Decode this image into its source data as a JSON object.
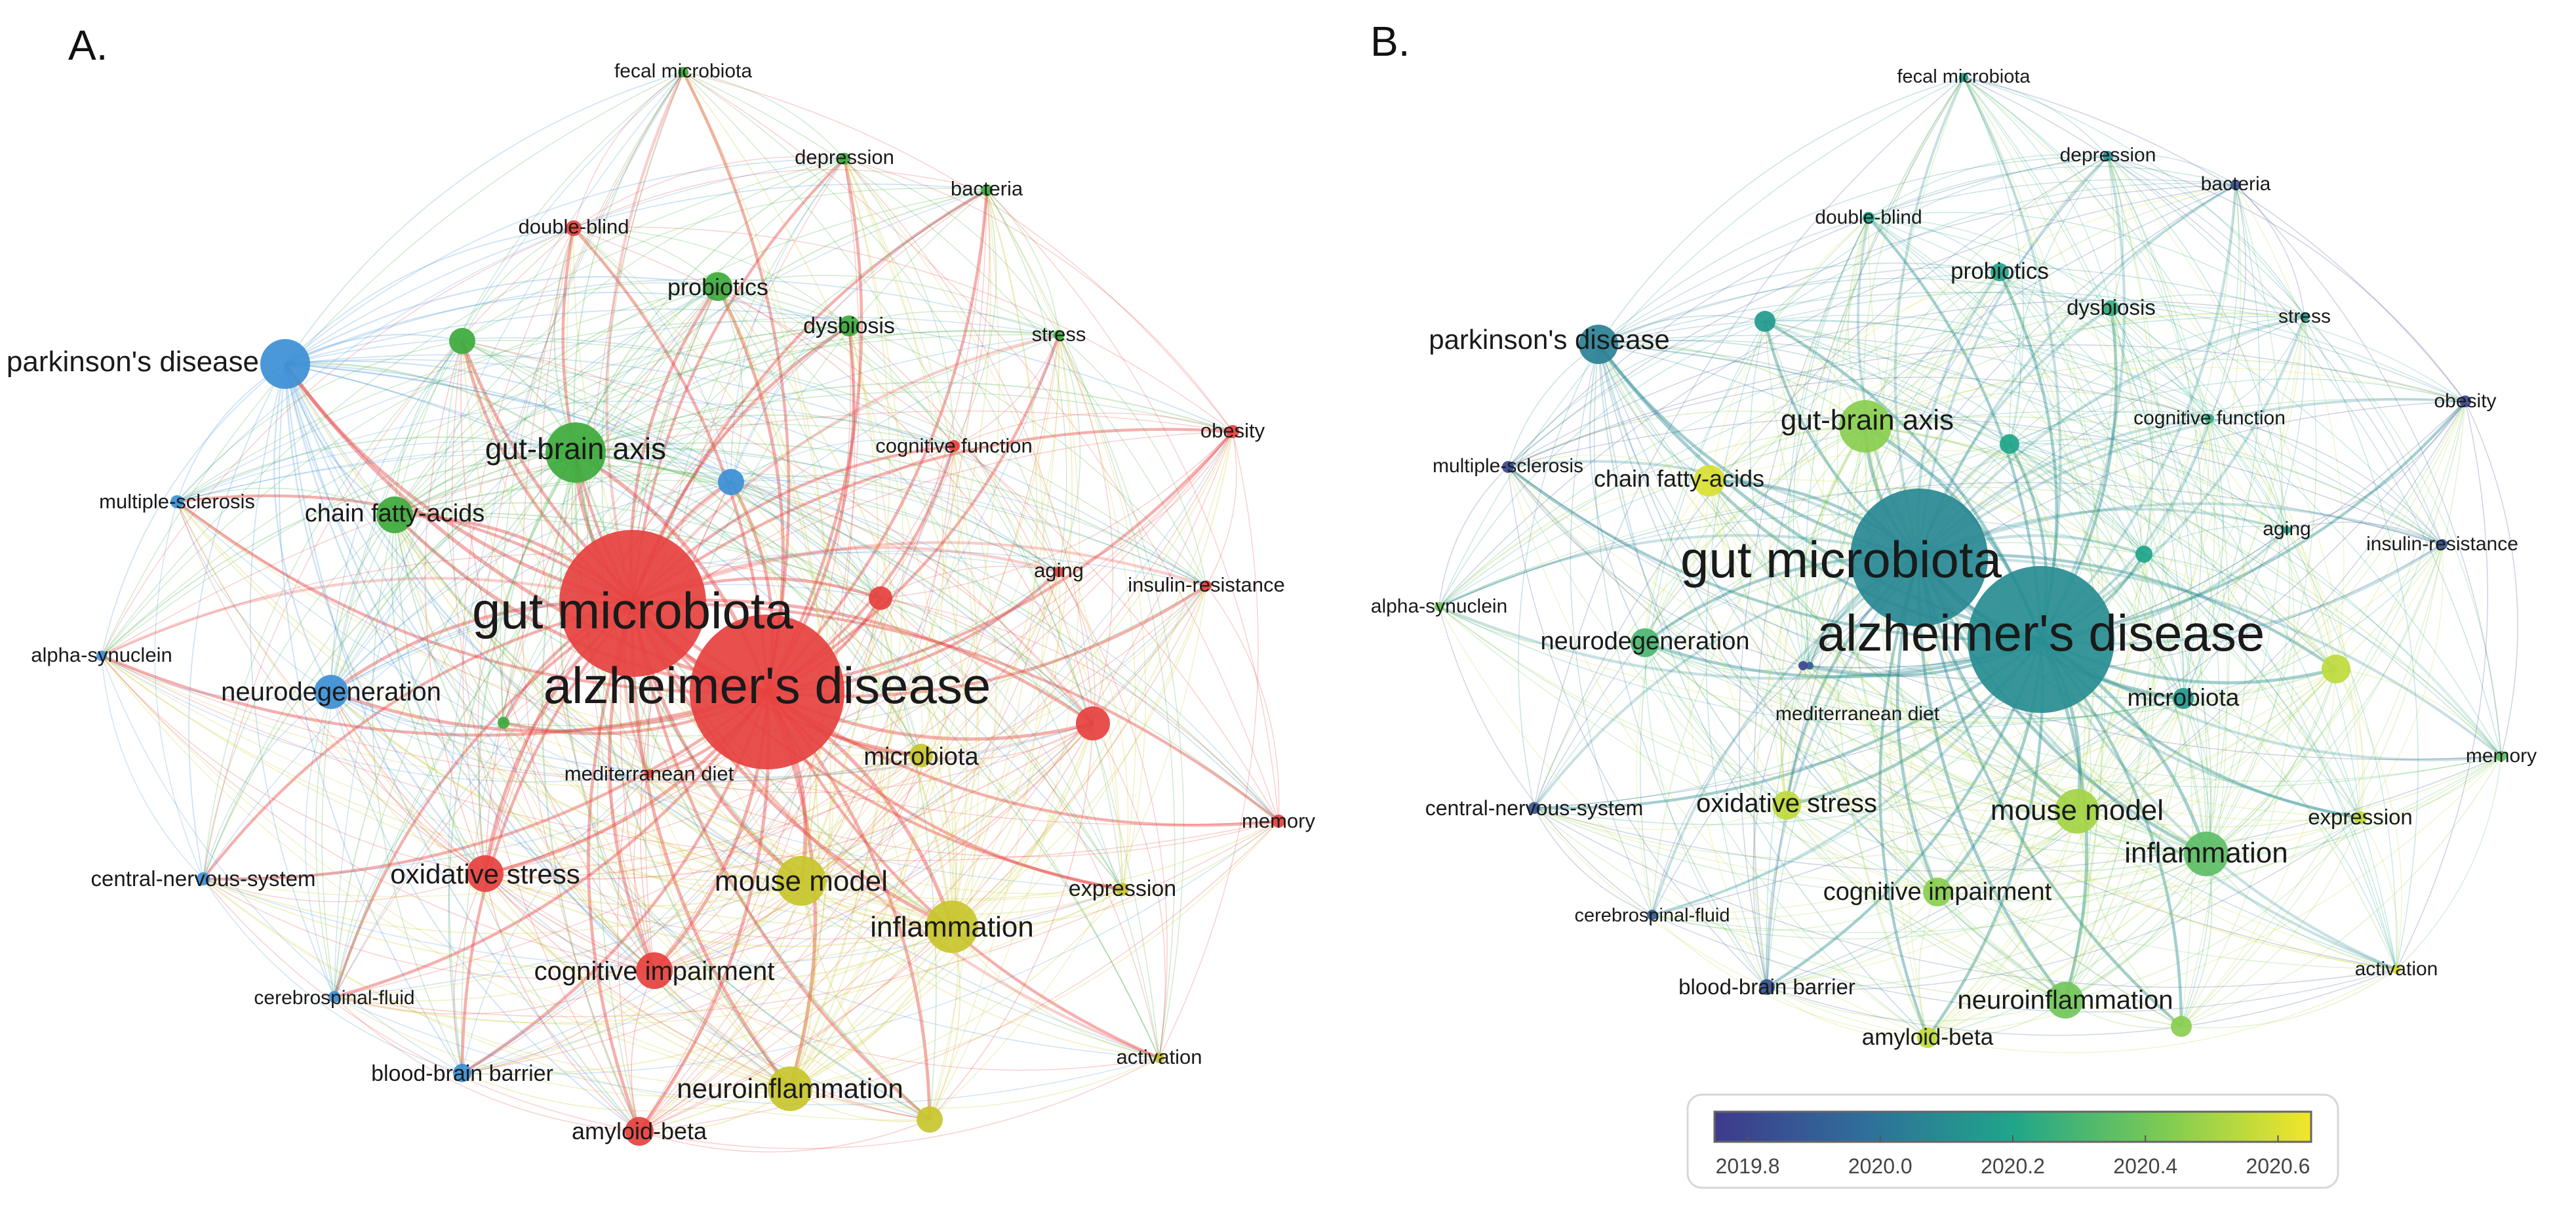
{
  "panels": {
    "a": {
      "letter": "A."
    },
    "b": {
      "letter": "B."
    }
  },
  "clusters": {
    "red": "#E6413F",
    "green": "#3DAA3C",
    "blue": "#3C8FD6",
    "yellow": "#C8C62C",
    "violet": "#8B6FC0"
  },
  "nodes": [
    {
      "id": "gut-microbiota",
      "label": "gut microbiota",
      "cluster": "red",
      "year": 2020.08
    },
    {
      "id": "alzheimers-disease",
      "label": "alzheimer's disease",
      "cluster": "red",
      "year": 2020.1
    },
    {
      "id": "parkinsons-disease",
      "label": "parkinson's disease",
      "cluster": "blue",
      "year": 2020.05
    },
    {
      "id": "gut-brain-axis",
      "label": "gut-brain axis",
      "cluster": "green",
      "year": 2020.45
    },
    {
      "id": "chain-fatty-acids",
      "label": "chain fatty-acids",
      "cluster": "green",
      "year": 2020.6
    },
    {
      "id": "probiotics",
      "label": "probiotics",
      "cluster": "green",
      "year": 2020.2
    },
    {
      "id": "dysbiosis",
      "label": "dysbiosis",
      "cluster": "green",
      "year": 2020.25
    },
    {
      "id": "fecal-microbiota",
      "label": "fecal microbiota",
      "cluster": "green",
      "year": 2020.2
    },
    {
      "id": "depression",
      "label": "depression",
      "cluster": "green",
      "year": 2020.1
    },
    {
      "id": "bacteria",
      "label": "bacteria",
      "cluster": "green",
      "year": 2019.85
    },
    {
      "id": "stress",
      "label": "stress",
      "cluster": "green",
      "year": 2020.15
    },
    {
      "id": "double-blind",
      "label": "double-blind",
      "cluster": "red",
      "year": 2020.2
    },
    {
      "id": "cognitive-function",
      "label": "cognitive function",
      "cluster": "red",
      "year": 2020.25
    },
    {
      "id": "obesity",
      "label": "obesity",
      "cluster": "red",
      "year": 2019.8
    },
    {
      "id": "aging",
      "label": "aging",
      "cluster": "red",
      "year": 2020.2
    },
    {
      "id": "insulin-resistance",
      "label": "insulin-resistance",
      "cluster": "red",
      "year": 2019.85
    },
    {
      "id": "memory",
      "label": "memory",
      "cluster": "red",
      "year": 2020.35
    },
    {
      "id": "multiple-sclerosis",
      "label": "multiple-sclerosis",
      "cluster": "blue",
      "year": 2019.8
    },
    {
      "id": "alpha-synuclein",
      "label": "alpha-synuclein",
      "cluster": "blue",
      "year": 2020.4
    },
    {
      "id": "neurodegeneration",
      "label": "neurodegeneration",
      "cluster": "blue",
      "year": 2020.3
    },
    {
      "id": "central-nervous-system",
      "label": "central-nervous-system",
      "cluster": "blue",
      "year": 2019.85
    },
    {
      "id": "cerebrospinal-fluid",
      "label": "cerebrospinal-fluid",
      "cluster": "blue",
      "year": 2019.9
    },
    {
      "id": "blood-brain-barrier",
      "label": "blood-brain barrier",
      "cluster": "blue",
      "year": 2019.85
    },
    {
      "id": "mediterranean-diet",
      "label": "mediterranean diet",
      "cluster": "red",
      "year": 2019.9
    },
    {
      "id": "oxidative-stress",
      "label": "oxidative stress",
      "cluster": "red",
      "year": 2020.55
    },
    {
      "id": "cognitive-impairment",
      "label": "cognitive impairment",
      "cluster": "red",
      "year": 2020.45
    },
    {
      "id": "amyloid-beta",
      "label": "amyloid-beta",
      "cluster": "red",
      "year": 2020.55
    },
    {
      "id": "microbiota",
      "label": "microbiota",
      "cluster": "yellow",
      "year": 2020.15
    },
    {
      "id": "mouse-model",
      "label": "mouse model",
      "cluster": "yellow",
      "year": 2020.5
    },
    {
      "id": "inflammation",
      "label": "inflammation",
      "cluster": "yellow",
      "year": 2020.35
    },
    {
      "id": "expression",
      "label": "expression",
      "cluster": "yellow",
      "year": 2020.55
    },
    {
      "id": "neuroinflammation",
      "label": "neuroinflammation",
      "cluster": "yellow",
      "year": 2020.4
    },
    {
      "id": "activation",
      "label": "activation",
      "cluster": "yellow",
      "year": 2020.6
    }
  ],
  "unlabeled_nodes": [
    {
      "cluster": "green",
      "year": 2020.15
    },
    {
      "cluster": "blue",
      "year": 2020.2
    },
    {
      "cluster": "red",
      "year": 2020.2
    },
    {
      "cluster": "red",
      "year": 2020.55
    },
    {
      "cluster": "green",
      "year": 2019.8
    },
    {
      "cluster": "yellow",
      "year": 2020.45
    }
  ],
  "colorbar": {
    "ticks": [
      "2019.8",
      "2020.0",
      "2020.2",
      "2020.4",
      "2020.6"
    ],
    "tick_values": [
      2019.8,
      2020.0,
      2020.2,
      2020.4,
      2020.6
    ],
    "min": 2019.75,
    "max": 2020.65,
    "stops": [
      "#3E3A8C",
      "#2F6E9A",
      "#20A58A",
      "#7CCB54",
      "#F3E62A"
    ]
  }
}
